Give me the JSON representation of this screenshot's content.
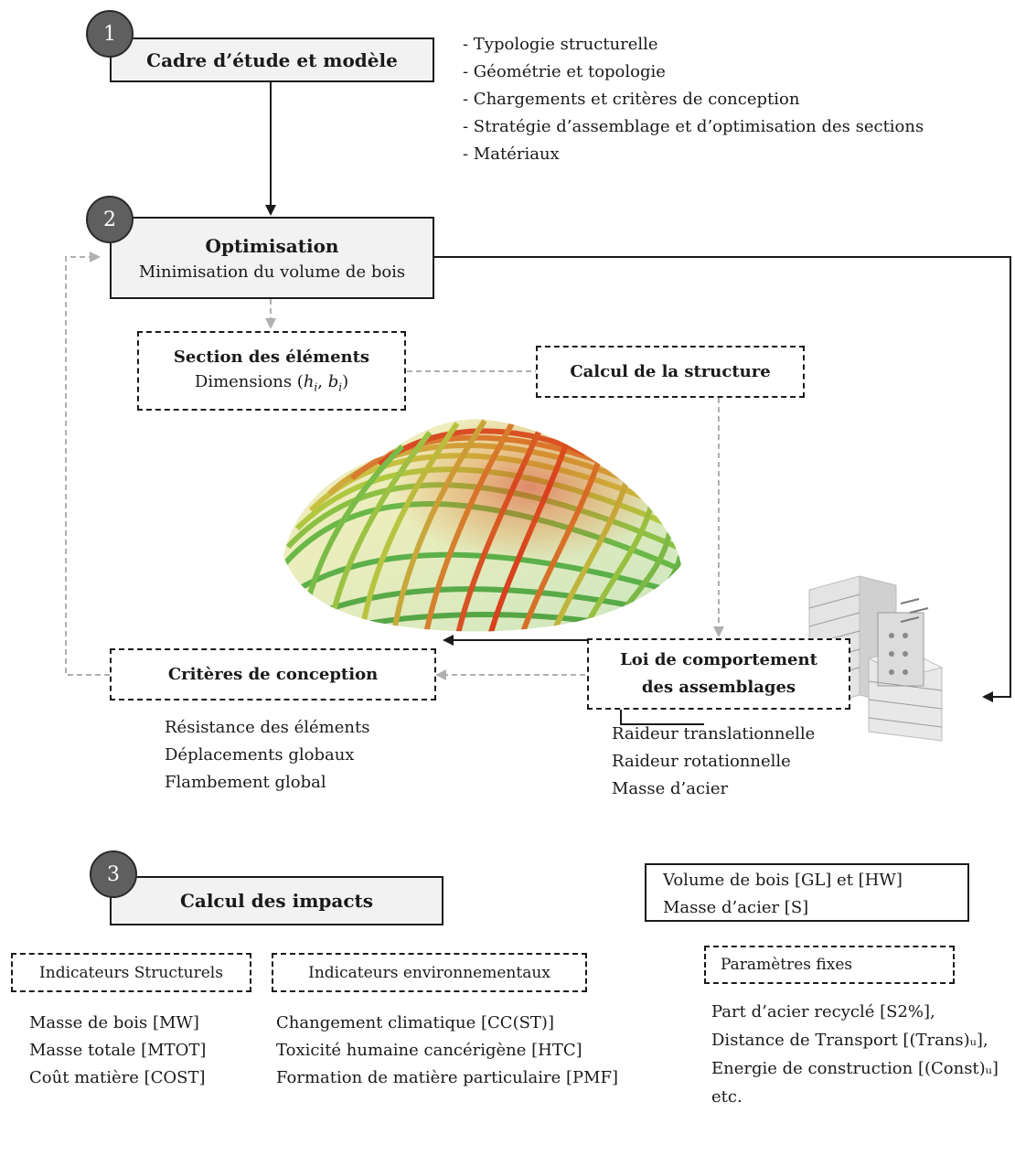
{
  "step1": {
    "number": "1",
    "title": "Cadre d’étude et modèle",
    "items": [
      "- Typologie structurelle",
      "- Géométrie et topologie",
      "- Chargements et critères de conception",
      "- Stratégie d’assemblage et d’optimisation des sections",
      "- Matériaux"
    ]
  },
  "step2": {
    "number": "2",
    "title": "Optimisation",
    "subtitle": "Minimisation du volume de bois",
    "section": {
      "title": "Section des éléments",
      "subtitle_prefix": "Dimensions (",
      "var1": "h",
      "sub1": "i",
      "sep": ", ",
      "var2": "b",
      "sub2": "i",
      "subtitle_suffix": ")"
    },
    "calcul": {
      "title": "Calcul de la structure"
    },
    "criteres": {
      "title": "Critères de conception",
      "items": [
        "Résistance des éléments",
        "Déplacements globaux",
        "Flambement global"
      ]
    },
    "loi": {
      "title_line1": "Loi de comportement",
      "title_line2": "des assemblages",
      "items": [
        "Raideur translationnelle",
        "Raideur rotationnelle",
        "Masse d’acier"
      ]
    }
  },
  "step3": {
    "number": "3",
    "title": "Calcul des impacts",
    "inputs": [
      "Volume de bois [GL] et [HW]",
      "Masse d’acier [S]"
    ],
    "params": {
      "title": "Paramètres fixes",
      "items": [
        "Part d’acier recyclé [S2%],",
        "Distance de Transport [(Trans)ᵤ],",
        "Energie de construction [(Const)ᵤ]",
        "etc."
      ]
    },
    "structurels": {
      "title": "Indicateurs Structurels",
      "items": [
        "Masse de bois [MW]",
        "Masse totale [MTOT]",
        "Coût matière [COST]"
      ]
    },
    "environnementaux": {
      "title": "Indicateurs environnementaux",
      "items": [
        "Changement climatique [CC(ST)]",
        "Toxicité humaine cancérigène [HTC]",
        "Formation de matière particulaire [PMF]"
      ]
    }
  },
  "colors": {
    "line": "#1a1a1a",
    "dashed_line": "#b0b0b0",
    "box_fill": "#f2f2f2",
    "circle": "#5f5f5f"
  }
}
